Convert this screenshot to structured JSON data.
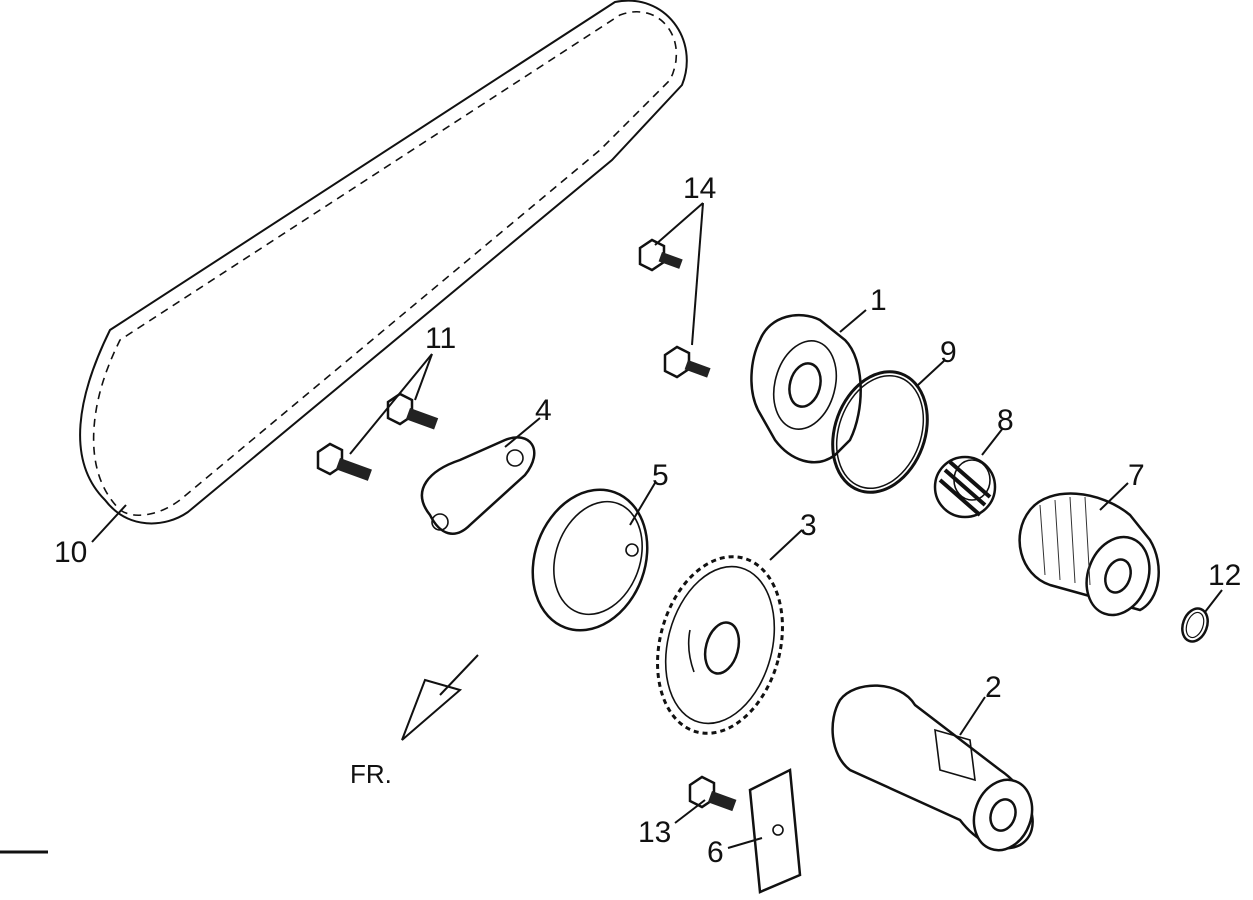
{
  "callouts": {
    "p1": "1",
    "p2": "2",
    "p3": "3",
    "p4": "4",
    "p5": "5",
    "p6": "6",
    "p7": "7",
    "p8": "8",
    "p9": "9",
    "p10": "10",
    "p11": "11",
    "p12": "12",
    "p13": "13",
    "p14": "14"
  },
  "direction_label": "FR.",
  "colors": {
    "ink": "#111111",
    "background": "#ffffff"
  }
}
